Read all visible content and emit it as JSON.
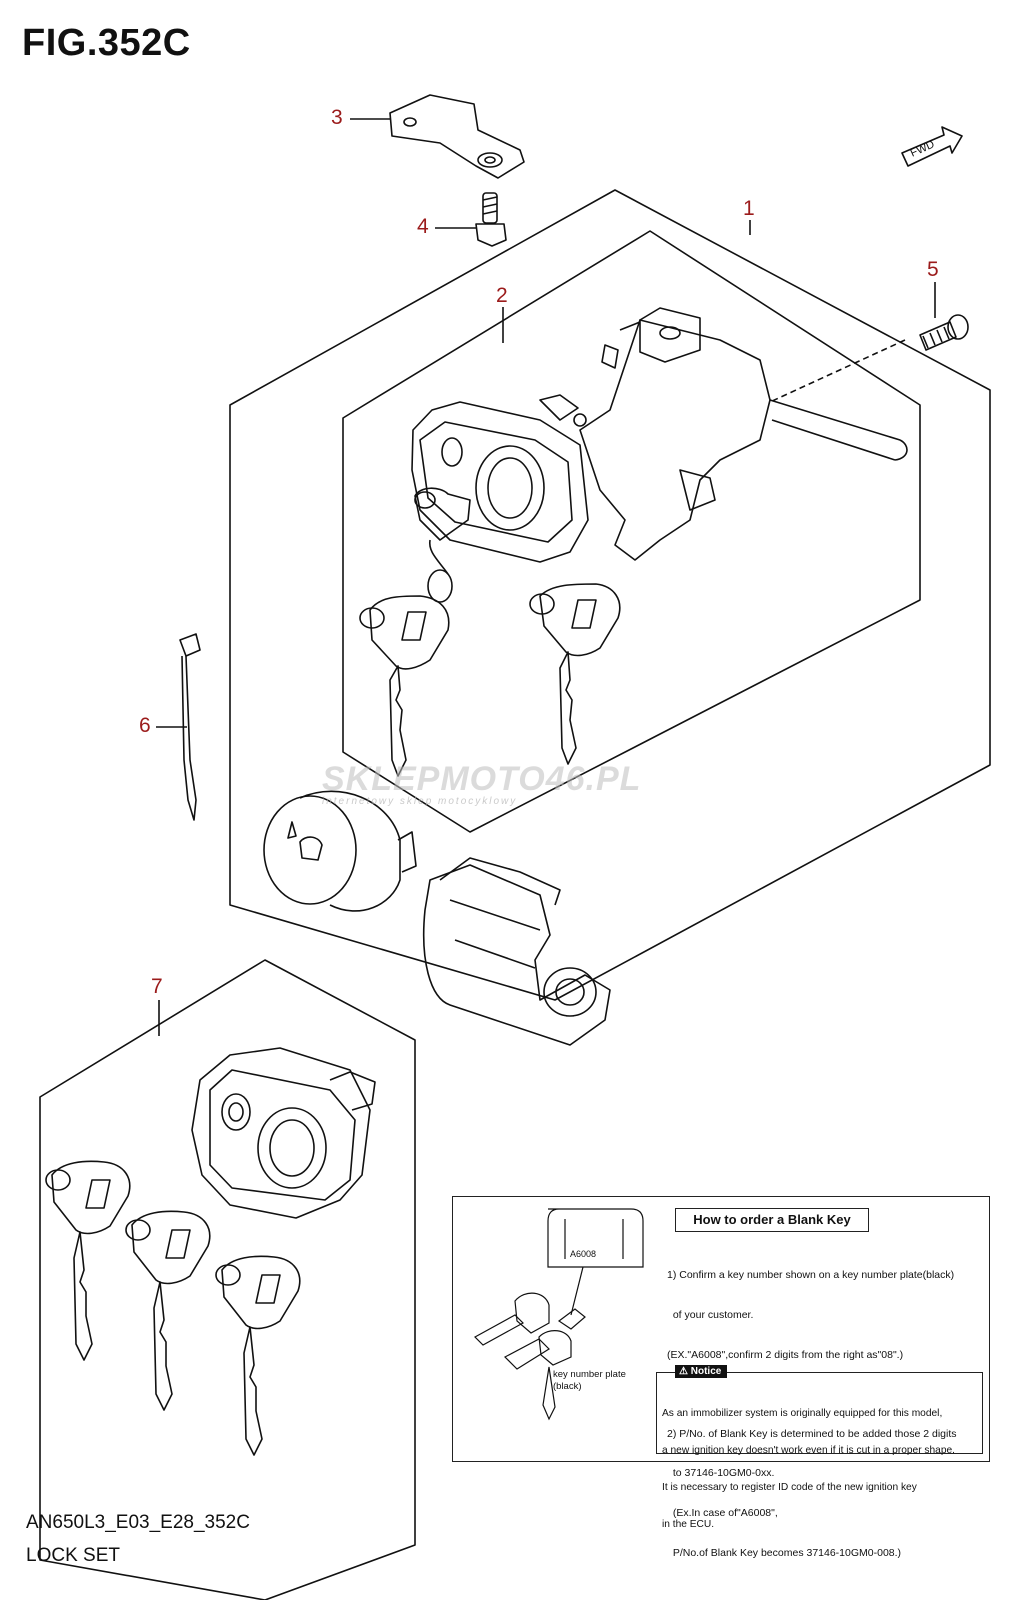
{
  "figure": {
    "title": "FIG.352C",
    "code": "AN650L3_E03_E28_352C",
    "name": "LOCK SET"
  },
  "callouts": [
    "1",
    "2",
    "3",
    "4",
    "5",
    "6",
    "7"
  ],
  "fwd_label": "FWD",
  "watermark": {
    "main": "SKLEPMOTO46.PL",
    "sub": "internetowy sklep motocyklowy"
  },
  "info_box": {
    "title": "How to order a Blank Key",
    "plate_code": "A6008",
    "plate_label": [
      "key number plate",
      "(black)"
    ],
    "lines": [
      "1) Confirm a key number shown on a key number plate(black)",
      "  of your customer.",
      "(EX.\"A6008\",confirm 2 digits from the right as\"08\".)",
      "",
      "2) P/No. of Blank Key is determined to be added those 2 digits",
      "  to 37146-10GM0-0xx.",
      "  (Ex.In case of\"A6008\",",
      "  P/No.of Blank Key becomes 37146-10GM0-008.)"
    ],
    "notice": {
      "tag": "Notice",
      "lines": [
        "As an immobilizer system is originally equipped for this model,",
        "a new ignition key doesn't work even if it is cut in a proper shape.",
        "It is necessary to register ID code of the new ignition key",
        "in the ECU."
      ]
    }
  },
  "colors": {
    "callout": "#9b1b1b",
    "line": "#111111"
  }
}
